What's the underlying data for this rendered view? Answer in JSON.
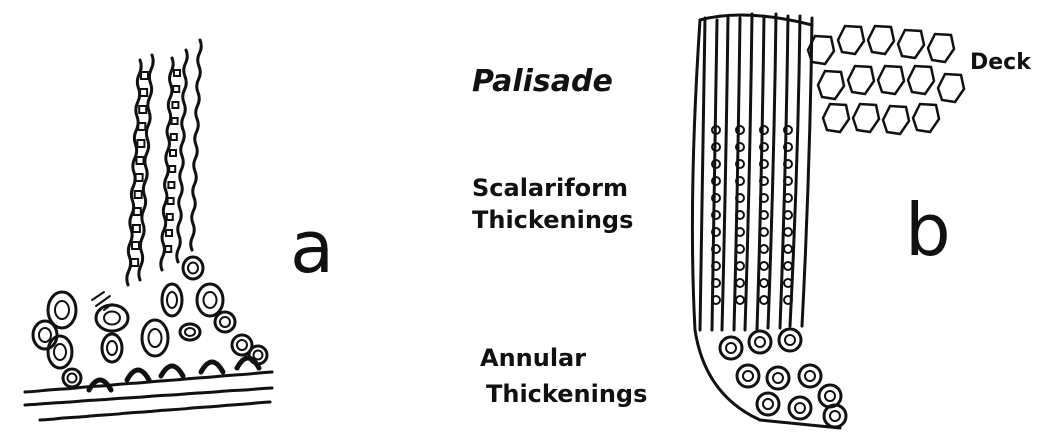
{
  "labels": {
    "palisade": "Palisade",
    "scalariform_line1": "Scalariform",
    "scalariform_line2": "Thickenings",
    "annular_line1": "Annular",
    "annular_line2": "Thickenings",
    "deck": "Deck",
    "panel_a": "a",
    "panel_b": "b"
  },
  "colors": {
    "ink": "#111111",
    "paper": "#ffffff"
  }
}
